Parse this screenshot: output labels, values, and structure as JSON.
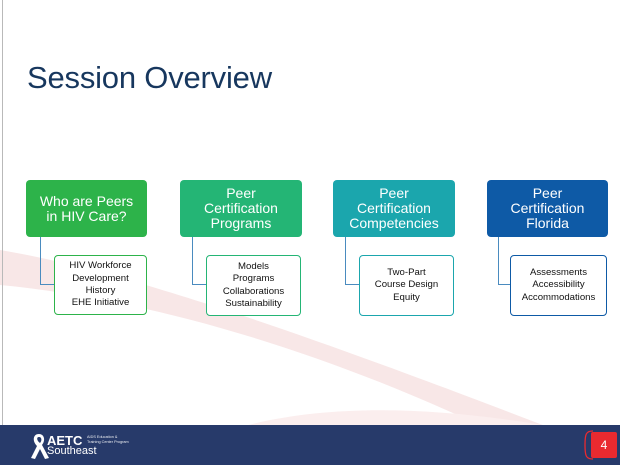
{
  "slide": {
    "title": "Session Overview",
    "page_number": "4"
  },
  "colors": {
    "title": "#17375e",
    "footer": "#273a6a",
    "page_badge": "#ea2a2f",
    "swoosh": "#f6e2e2"
  },
  "columns": [
    {
      "header": "Who are Peers\nin HIV Care?",
      "header_color": "#2db34a",
      "border_color": "#2db34a",
      "items": [
        "HIV Workforce Development",
        "History",
        "EHE Initiative"
      ]
    },
    {
      "header": "Peer\nCertification\nPrograms",
      "header_color": "#24b575",
      "border_color": "#24b575",
      "items": [
        "Models",
        "Programs",
        "Collaborations",
        "Sustainability"
      ]
    },
    {
      "header": "Peer\nCertification\nCompetencies",
      "header_color": "#1ba6ad",
      "border_color": "#1ba6ad",
      "items": [
        "Two-Part Course Design",
        "Equity"
      ]
    },
    {
      "header": "Peer\nCertification\nFlorida",
      "header_color": "#0e5aa6",
      "border_color": "#0e5aa6",
      "items": [
        "Assessments",
        "Accessibility",
        "Accommodations"
      ]
    }
  ],
  "logo": {
    "name": "AETC",
    "region": "Southeast",
    "tagline": "AIDS Education &\nTraining Center Program"
  }
}
